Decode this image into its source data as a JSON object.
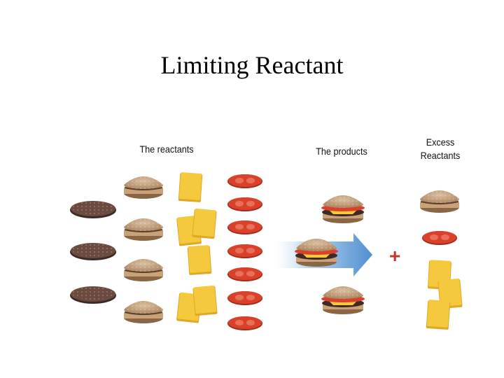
{
  "slide": {
    "title": "Limiting Reactant"
  },
  "labels": {
    "reactants": "The reactants",
    "products": "The products",
    "excess_line1": "Excess",
    "excess_line2": "Reactants"
  },
  "operator": "+",
  "reactants": {
    "patties": 3,
    "buns": 4,
    "cheese_slices": 6,
    "tomato_slices": 7
  },
  "products": {
    "cheeseburgers": 3
  },
  "excess": {
    "buns": 1,
    "tomato_slices": 1,
    "cheese_slices": 3
  },
  "colors": {
    "bun": "#c9a27a",
    "patty": "#6b4a40",
    "cheese": "#f5c93d",
    "tomato": "#d9412b",
    "arrow": "#5b9bd5",
    "plus": "#c0392b"
  }
}
